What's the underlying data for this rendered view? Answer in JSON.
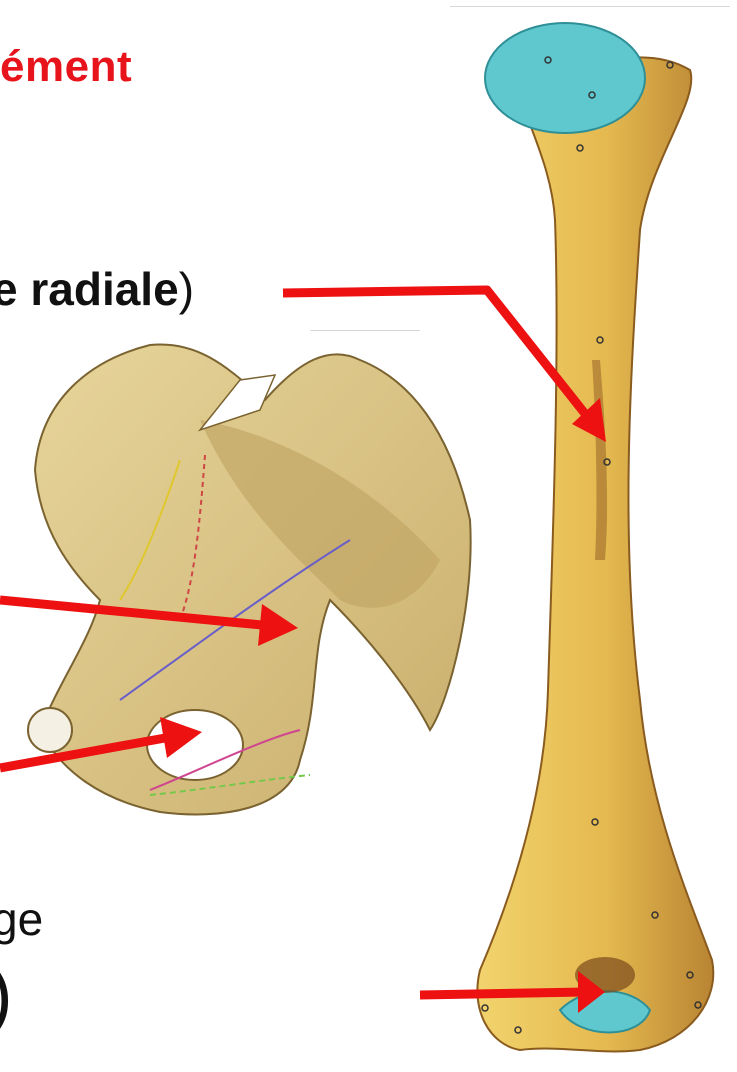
{
  "texts": {
    "heading": "ément",
    "radial_label_main": "e radiale",
    "radial_label_paren": ")",
    "bottom_label_1": "ge",
    "bottom_label_2": ")"
  },
  "colors": {
    "heading": "#e8141b",
    "arrow": "#ee1111",
    "bone_yellow": "#e8c25a",
    "bone_shadow": "#b88a35",
    "cartilage": "#5fc8cf",
    "pelvis": "#dcc88c",
    "pelvis_shadow": "#b9a163"
  },
  "icons": {
    "humerus": "humerus-bone-illustration",
    "pelvis": "pelvis-bone-illustration"
  }
}
